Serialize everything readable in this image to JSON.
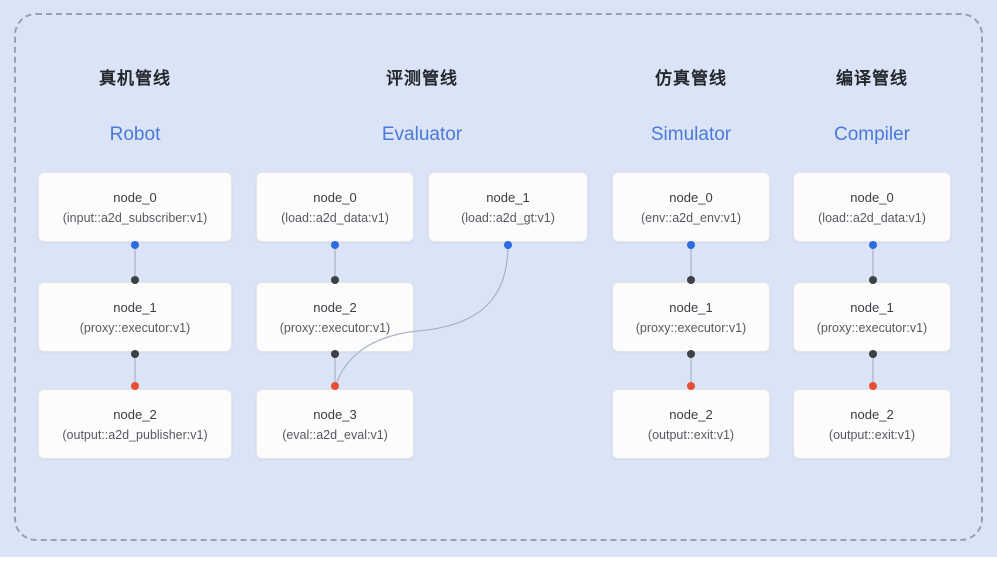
{
  "pipelines": [
    {
      "title_zh": "真机管线",
      "title_en": "Robot",
      "nodes": [
        {
          "name": "node_0",
          "type": "(input::a2d_subscriber:v1)"
        },
        {
          "name": "node_1",
          "type": "(proxy::executor:v1)"
        },
        {
          "name": "node_2",
          "type": "(output::a2d_publisher:v1)"
        }
      ]
    },
    {
      "title_zh": "评测管线",
      "title_en": "Evaluator",
      "nodes": [
        {
          "name": "node_0",
          "type": "(load::a2d_data:v1)"
        },
        {
          "name": "node_1",
          "type": "(load::a2d_gt:v1)"
        },
        {
          "name": "node_2",
          "type": "(proxy::executor:v1)"
        },
        {
          "name": "node_3",
          "type": "(eval::a2d_eval:v1)"
        }
      ]
    },
    {
      "title_zh": "仿真管线",
      "title_en": "Simulator",
      "nodes": [
        {
          "name": "node_0",
          "type": "(env::a2d_env:v1)"
        },
        {
          "name": "node_1",
          "type": "(proxy::executor:v1)"
        },
        {
          "name": "node_2",
          "type": "(output::exit:v1)"
        }
      ]
    },
    {
      "title_zh": "编译管线",
      "title_en": "Compiler",
      "nodes": [
        {
          "name": "node_0",
          "type": "(load::a2d_data:v1)"
        },
        {
          "name": "node_1",
          "type": "(proxy::executor:v1)"
        },
        {
          "name": "node_2",
          "type": "(output::exit:v1)"
        }
      ]
    }
  ],
  "edges": [
    {
      "pipeline": "Robot",
      "from": "node_0",
      "to": "node_1"
    },
    {
      "pipeline": "Robot",
      "from": "node_1",
      "to": "node_2"
    },
    {
      "pipeline": "Evaluator",
      "from": "node_0",
      "to": "node_2"
    },
    {
      "pipeline": "Evaluator",
      "from": "node_1",
      "to": "node_3"
    },
    {
      "pipeline": "Evaluator",
      "from": "node_2",
      "to": "node_3"
    },
    {
      "pipeline": "Simulator",
      "from": "node_0",
      "to": "node_1"
    },
    {
      "pipeline": "Simulator",
      "from": "node_1",
      "to": "node_2"
    },
    {
      "pipeline": "Compiler",
      "from": "node_0",
      "to": "node_1"
    },
    {
      "pipeline": "Compiler",
      "from": "node_1",
      "to": "node_2"
    }
  ],
  "colors": {
    "background": "#dbe4f6",
    "frame_dash": "#99a1ad",
    "node_bg": "#fcfcfd",
    "node_border": "#e4e4e6",
    "title_zh": "#24272d",
    "title_en": "#4b79d9",
    "edge": "#a9b3c6",
    "port_blue": "#2e6ae0",
    "port_dark": "#3d4045",
    "port_red": "#e84d33"
  }
}
